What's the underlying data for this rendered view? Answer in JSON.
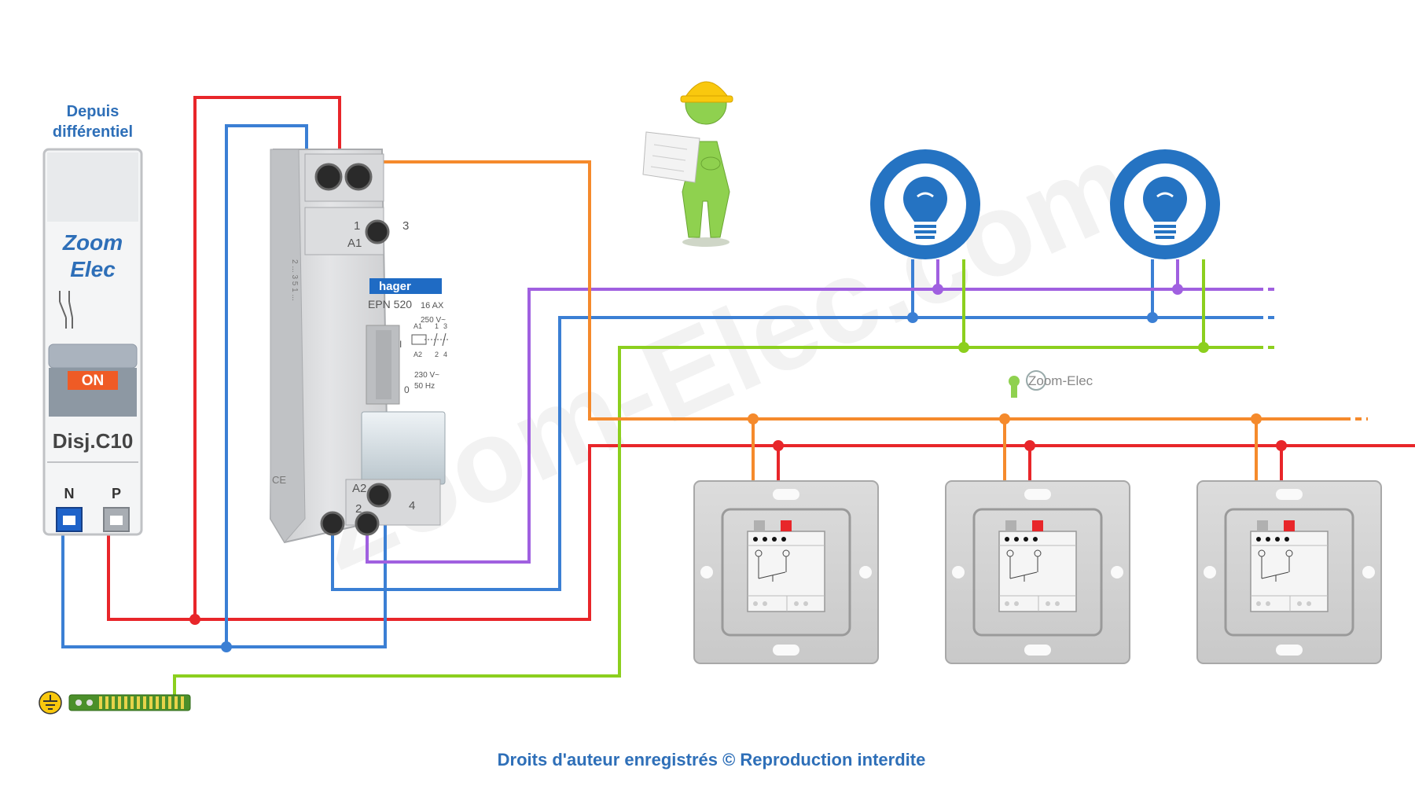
{
  "breaker": {
    "header": [
      "Depuis",
      "différentiel"
    ],
    "brand_line1": "Zoom",
    "brand_line2": "Elec",
    "state_label": "ON",
    "rating_prefix": "Disj.",
    "rating": "C10",
    "terminal_neutral": "N",
    "terminal_phase": "P"
  },
  "relay": {
    "brand": "hager",
    "model": "EPN 520",
    "current": "16 AX",
    "voltage_contact": "250 V~",
    "coil_voltage": "230 V~",
    "coil_freq": "50 Hz",
    "term_1": "1",
    "term_3": "3",
    "term_a1": "A1",
    "term_a2": "A2",
    "term_2": "2",
    "term_4": "4",
    "side_code": "2 ... 3 5 1 ...",
    "mode_i": "I",
    "mode_0": "0",
    "schema_a1": "A1",
    "schema_1": "1",
    "schema_3": "3",
    "schema_a2": "A2",
    "schema_2": "2",
    "schema_4": "4",
    "ce_mark": "CE"
  },
  "watermark": {
    "big": "Zoom-Elec.com",
    "small": "Zoom-Elec"
  },
  "footer": {
    "copyright": "Droits d'auteur enregistrés © Reproduction interdite"
  },
  "colors": {
    "phase": "#e8262a",
    "neutral": "#3b7fd4",
    "earth": "#8ccf1e",
    "switched_return": "#a060e0",
    "switch_feed": "#f58a2c",
    "lamp_blue": "#2573c2",
    "label_blue": "#2e6fb8"
  },
  "icons": {
    "lamp": "light-bulb-icon",
    "earth": "earth-ground-icon",
    "worker": "worker-with-plan-icon"
  }
}
